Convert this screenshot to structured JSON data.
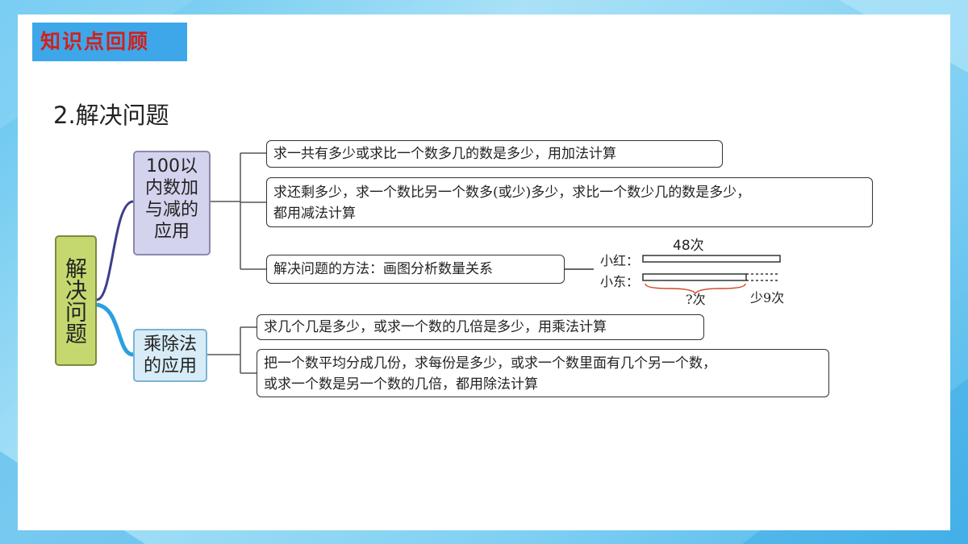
{
  "section_tag": "知识点回顾",
  "heading": "2.解决问题",
  "mindmap": {
    "root": "解决问题",
    "branch_add_sub": {
      "lines": [
        "100以",
        "内数加",
        "与减的",
        "应用"
      ]
    },
    "branch_mul_div": {
      "lines": [
        "乘除法",
        "的应用"
      ]
    },
    "leaf_1": "求一共有多少或求比一个数多几的数是多少，用加法计算",
    "leaf_2": {
      "line1": "求还剩多少，求一个数比另一个数多(或少)多少，求比一个数少几的数是多少，",
      "line2": "都用减法计算"
    },
    "leaf_3": "解决问题的方法：画图分析数量关系",
    "leaf_4": "求几个几是多少，或求一个数的几倍是多少，用乘法计算",
    "leaf_5": {
      "line1": "把一个数平均分成几份，求每份是多少，或求一个数里面有几个另一个数，",
      "line2": "或求一个数是另一个数的几倍，都用除法计算"
    }
  },
  "diagram": {
    "label_top": "48次",
    "row1_label": "小红：",
    "row2_label": "小东：",
    "question_label": "?次",
    "diff_label": "少9次"
  },
  "colors": {
    "tag_bg": "#3da7ea",
    "tag_text": "#d2201c",
    "root_bg": "#c5d86f",
    "branch1_bg": "#d4d3ee",
    "branch2_bg": "#d7ecf7",
    "connector_1": "#3d3f8a",
    "connector_2": "#2aa0e0"
  }
}
